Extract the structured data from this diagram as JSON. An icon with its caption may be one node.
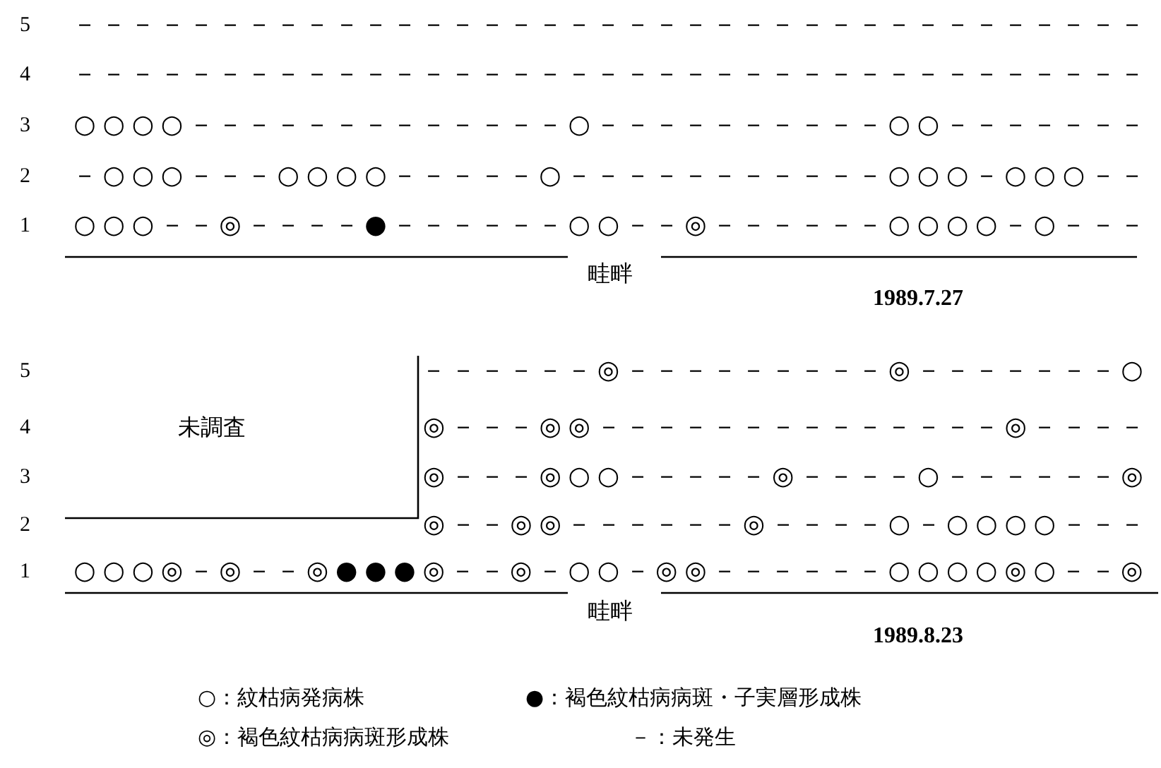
{
  "diagram": {
    "labels": [
      "5",
      "－－－－－－－－－－－－－－－－－－－－－－－－－－－－－－－－－－－－－",
      "4",
      "－－－－－－－－－－－－－－－－－－－－－－－－－－－－－－－－－－－－－",
      "3",
      "○○○○－－－－－－－－－－－－－○－－－－－－－－－－○○－－－－－－－",
      "2",
      "－○○○－－－○○○○－－－－－○－－－－－－－－－－－○○○－○○○－－",
      "1",
      "○○○－－◎－－－－●－－－－－－○○－－◎－－－－－－○○○○－○－－－",
      "畦畔",
      "1989.7.27",
      "5",
      "－－－－－－◎－－－－－－－－－◎－－－－－－－○",
      "未調査",
      "4",
      "◎－－－◎◎－－－－－－－－－－－－－－◎－－－－",
      "3",
      "◎－－－◎○○－－－－－◎－－－－○－－－－－－◎",
      "2",
      "◎－－◎◎－－－－－－◎－－－－○－○○○○－－－",
      "1",
      "○○○◎－◎－－◎●●●◎－－◎－○○－◎◎－－－－－－○○○○◎○－－◎",
      "畦畔",
      "1989.8.23",
      "○：紋枯病発病株",
      "●：褐色紋枯病病斑・子実層形成株",
      "◎：褐色紋枯病病斑形成株",
      "－：未発生"
    ]
  }
}
